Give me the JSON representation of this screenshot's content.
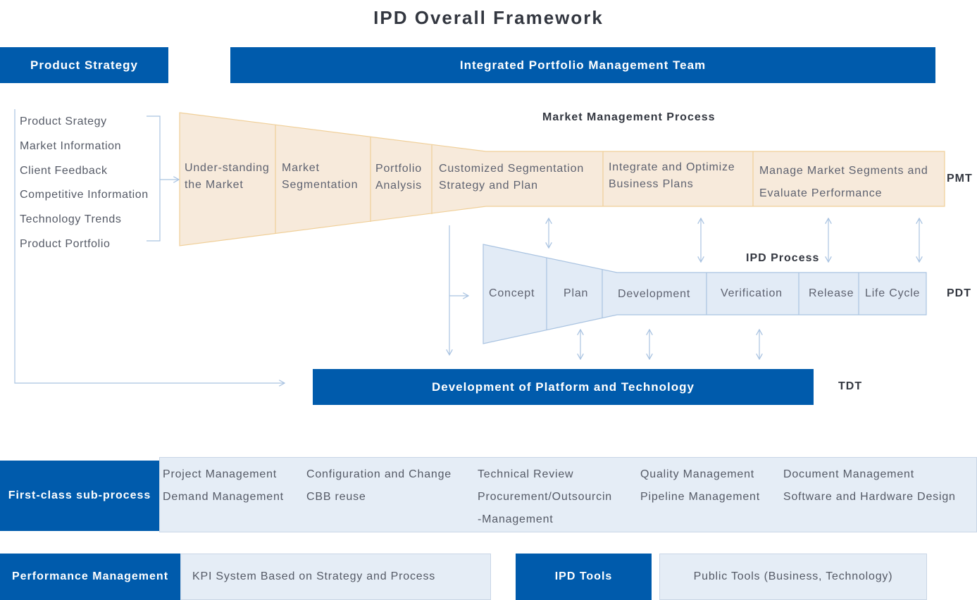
{
  "title": "IPD Overall Framework",
  "colors": {
    "brand_blue": "#005bac",
    "mmp_fill": "#f7eadb",
    "mmp_stroke": "#f0cf98",
    "ipd_fill": "#e2ebf6",
    "ipd_stroke": "#a9c3e1",
    "sub_box": "#e5edf6"
  },
  "header": {
    "product_strategy": "Product Strategy",
    "portfolio_team": "Integrated Portfolio Management Team"
  },
  "inputs": [
    "Product Srategy",
    "Market Information",
    "Client Feedback",
    "Competitive Information",
    "Technology Trends",
    "Product Portfolio"
  ],
  "market_process": {
    "label": "Market Management Process",
    "team": "PMT",
    "stages": [
      [
        "Under-standing",
        "the Market"
      ],
      [
        "Market",
        "Segmentation"
      ],
      [
        "Portfolio",
        "Analysis"
      ],
      [
        "Customized Segmentation",
        "Strategy and Plan"
      ],
      [
        "Integrate and Optimize",
        "Business Plans"
      ],
      [
        "Manage Market Segments and",
        "Evaluate Performance"
      ]
    ]
  },
  "ipd_process": {
    "label": "IPD Process",
    "team": "PDT",
    "stages": [
      "Concept",
      "Plan",
      "Development",
      "Verification",
      "Release",
      "Life Cycle"
    ]
  },
  "platform": {
    "label": "Development of Platform and Technology",
    "team": "TDT"
  },
  "first_class": {
    "label": "First-class sub-process",
    "columns": [
      [
        "Project Management",
        "Demand Management"
      ],
      [
        "Configuration and Change",
        "CBB reuse"
      ],
      [
        "Technical Review",
        "Procurement/Outsourcin",
        "-Management"
      ],
      [
        "Quality Management",
        "Pipeline Management"
      ],
      [
        "Document Management",
        "Software and Hardware Design"
      ]
    ]
  },
  "performance": {
    "label": "Performance Management",
    "value": "KPI System Based on Strategy and Process"
  },
  "tools": {
    "label": "IPD Tools",
    "value": "Public Tools (Business, Technology)"
  }
}
